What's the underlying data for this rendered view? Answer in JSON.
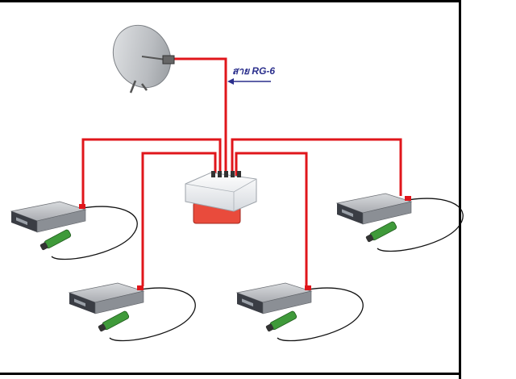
{
  "diagram": {
    "cable_label": "สาย RG-6",
    "colors": {
      "cable": "#e0161b",
      "arrow": "#2a2e8c",
      "box_body": "#bfc1c4",
      "box_dark": "#3a3d44",
      "remote": "#3f9a3a",
      "switch_body": "#eef1f4",
      "switch_base": "#e94b3c"
    },
    "components": {
      "dish": "satellite-dish",
      "switch": "multiswitch",
      "receivers": [
        "receiver-1",
        "receiver-2",
        "receiver-3",
        "receiver-4"
      ]
    }
  }
}
